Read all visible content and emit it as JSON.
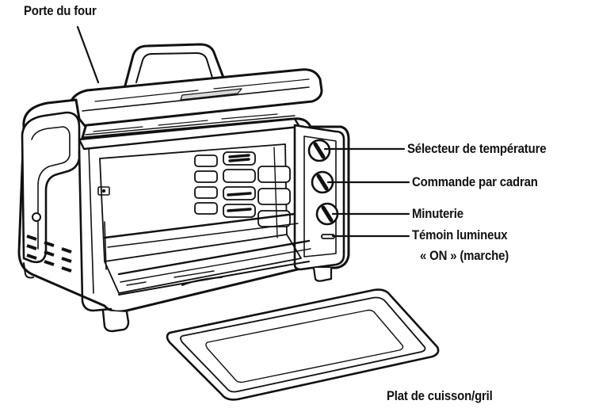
{
  "labels": {
    "door": "Porte du four",
    "temperature_selector": "Sélecteur de température",
    "dial_control": "Commande par cadran",
    "timer": "Minuterie",
    "indicator_line1": "Témoin lumineux",
    "indicator_line2": "« ON » (marche)",
    "baking_pan": "Plat de cuisson/gril"
  },
  "colors": {
    "ink": "#111111",
    "fill": "#ffffff",
    "shade": "#d9d9d9"
  }
}
